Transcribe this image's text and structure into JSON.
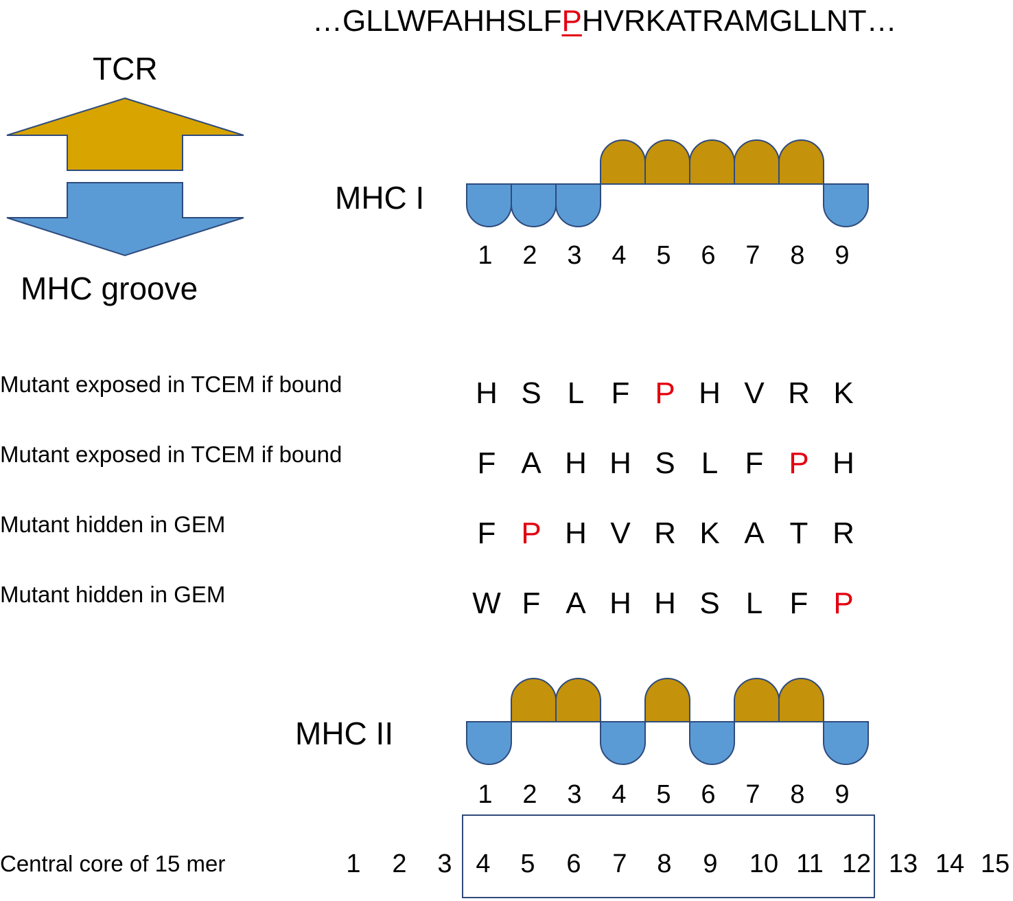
{
  "sequence": {
    "prefix": "…GLLWFAHHSLF",
    "mutant": "P",
    "suffix": "HVRKATRAMGLLNT…"
  },
  "legend": {
    "top_label": "TCR",
    "bottom_label": "MHC groove"
  },
  "mhc1": {
    "label": "MHC I",
    "positions": [
      "1",
      "2",
      "3",
      "4",
      "5",
      "6",
      "7",
      "8",
      "9"
    ],
    "pattern": [
      "groove",
      "groove",
      "groove",
      "tcr",
      "tcr",
      "tcr",
      "tcr",
      "tcr",
      "groove"
    ]
  },
  "peptides": [
    {
      "label": "Mutant exposed in TCEM if bound",
      "residues": [
        "H",
        "S",
        "L",
        "F",
        "P",
        "H",
        "V",
        "R",
        "K"
      ],
      "mutant_index": 4
    },
    {
      "label": "Mutant exposed in TCEM if bound",
      "residues": [
        "F",
        "A",
        "H",
        "H",
        "S",
        "L",
        "F",
        "P",
        "H"
      ],
      "mutant_index": 7
    },
    {
      "label": "Mutant hidden in GEM",
      "residues": [
        "F",
        "P",
        "H",
        "V",
        "R",
        "K",
        "A",
        "T",
        "R"
      ],
      "mutant_index": 1
    },
    {
      "label": "Mutant hidden in GEM",
      "residues": [
        "W",
        "F",
        "A",
        "H",
        "H",
        "S",
        "L",
        "F",
        "P"
      ],
      "mutant_index": 8
    }
  ],
  "mhc2": {
    "label": "MHC II",
    "positions": [
      "1",
      "2",
      "3",
      "4",
      "5",
      "6",
      "7",
      "8",
      "9"
    ],
    "pattern": [
      "groove",
      "tcr",
      "tcr",
      "groove",
      "tcr",
      "groove",
      "tcr",
      "tcr",
      "groove"
    ]
  },
  "core": {
    "label": "Central core of 15 mer",
    "numbers": [
      "1",
      "2",
      "3",
      "4",
      "5",
      "6",
      "7",
      "8",
      "9",
      "10",
      "11",
      "12",
      "13",
      "14",
      "15"
    ],
    "boxed_range": [
      4,
      12
    ]
  },
  "colors": {
    "tcr": "#c4920b",
    "tcr_arrow": "#d8a400",
    "groove": "#5b9bd5",
    "outline": "#2e4b7d",
    "mutant": "#e3000f"
  }
}
